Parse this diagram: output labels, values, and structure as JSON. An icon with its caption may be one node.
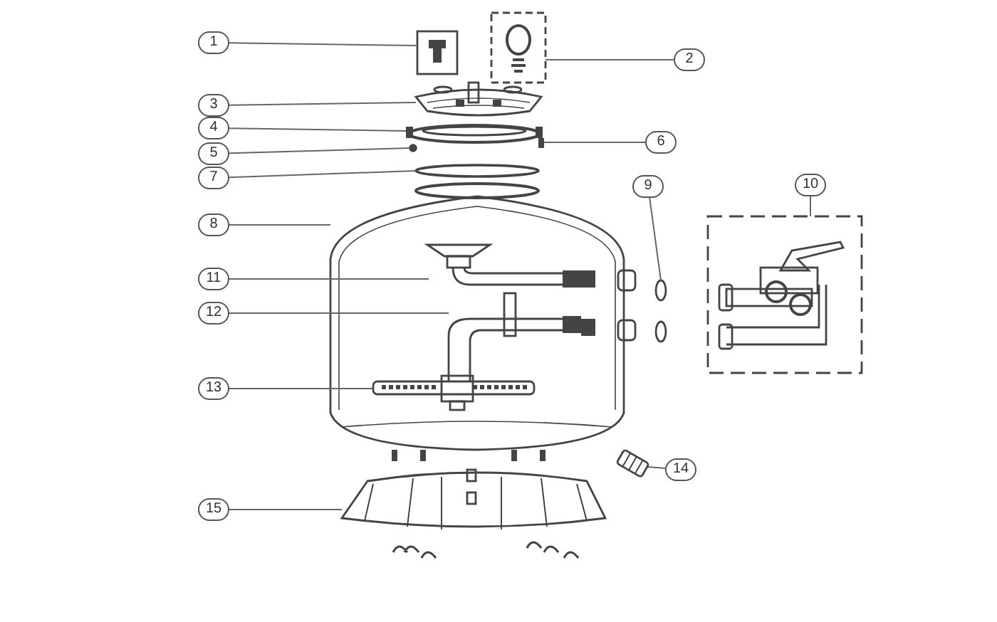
{
  "diagram": {
    "nodes": [
      {
        "text": [
          "1"
        ]
      },
      {
        "text": [
          "2"
        ]
      },
      {
        "text": [
          "3"
        ]
      },
      {
        "text": [
          "4"
        ]
      },
      {
        "text": [
          "5"
        ]
      },
      {
        "text": [
          "6"
        ]
      },
      {
        "text": [
          "7"
        ]
      },
      {
        "text": [
          "8"
        ]
      },
      {
        "text": [
          "9"
        ]
      },
      {
        "text": [
          "10"
        ]
      },
      {
        "text": [
          "11"
        ]
      },
      {
        "text": [
          "12"
        ]
      },
      {
        "text": [
          "13"
        ]
      },
      {
        "text": [
          "14"
        ]
      },
      {
        "text": [
          "15"
        ]
      },
      {
        "text": [],
        "shape": "picture"
      },
      {
        "text": [],
        "shape": "picture"
      },
      {
        "text": [],
        "shape": "picture"
      },
      {
        "text": [],
        "shape": "picture"
      },
      {
        "text": [],
        "shape": "circle"
      },
      {
        "text": [],
        "shape": "picture"
      },
      {
        "text": [],
        "shape": "circle"
      },
      {
        "text": [],
        "shape": "picture"
      },
      {
        "text": [],
        "shape": "picture"
      },
      {
        "text": [],
        "shape": "picture"
      },
      {
        "text": [],
        "shape": "picture",
        "in": 22
      },
      {
        "text": [],
        "shape": "picture",
        "in": 22
      },
      {
        "text": [],
        "shape": "picture",
        "in": 22
      },
      {
        "text": [],
        "shape": "picture"
      },
      {
        "text": [],
        "shape": "picture"
      }
    ],
    "edges": [
      {
        "from": 0,
        "to": 15,
        "arrow": "none"
      },
      {
        "from": 1,
        "to": 16,
        "arrow": "none"
      },
      {
        "from": 2,
        "to": 17,
        "arrow": "none"
      },
      {
        "from": 3,
        "to": 18,
        "arrow": "none"
      },
      {
        "from": 4,
        "to": 19,
        "arrow": "none"
      },
      {
        "from": 5,
        "to": 20,
        "arrow": "none"
      },
      {
        "from": 6,
        "to": 21,
        "arrow": "none"
      },
      {
        "from": 7,
        "to": 22,
        "arrow": "none"
      },
      {
        "from": 8,
        "to": 23,
        "arrow": "none"
      },
      {
        "from": 9,
        "to": 24,
        "arrow": "none"
      },
      {
        "from": 10,
        "to": 25,
        "arrow": "none"
      },
      {
        "from": 11,
        "to": 26,
        "arrow": "none"
      },
      {
        "from": 12,
        "to": 27,
        "arrow": "none"
      },
      {
        "from": 13,
        "to": 28,
        "arrow": "none"
      },
      {
        "from": 14,
        "to": 29,
        "arrow": "none"
      }
    ]
  }
}
